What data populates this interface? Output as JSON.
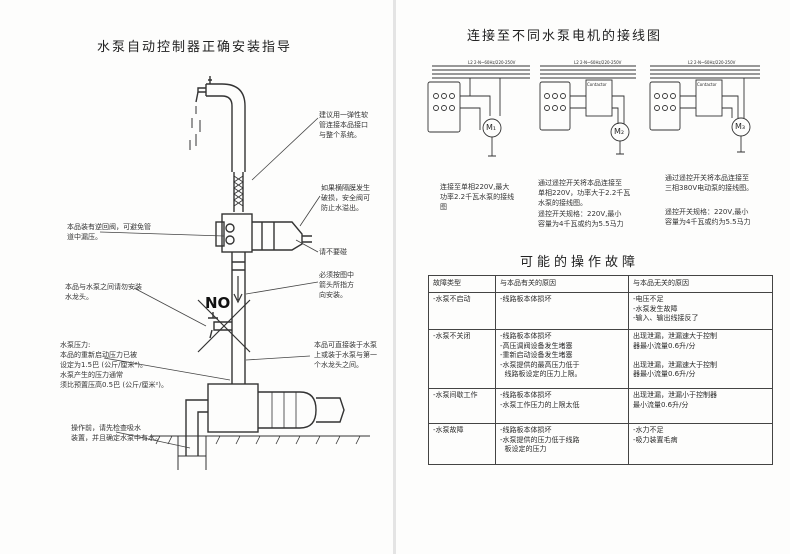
{
  "left": {
    "title": "水泵自动控制器正确安装指导",
    "notes": [
      "建议用一弹性软\n管连接本品接口\n与整个系统。",
      "如果横隔膜发生\n破损，安全阀可\n防止水溢出。",
      "本品装有逆回阀，可避免管\n道中漏压。",
      "请不要碰",
      "本品与水泵之间请勿安装\n水龙头。",
      "必须按图中\n箭头所指方\n向安装。",
      "水泵压力:\n本品的重新启动压力已被\n设定为1.5巴 (公斤/厘米²)。\n水泵产生的压力通常\n须比预置压高0.5巴 (公斤/厘米²)。",
      "本品可直接装于水泵\n上或装于水泵与第一\n个水龙头之间。",
      "操作前，请先检查吸水\n装置，并且确定水泵中有水。"
    ],
    "no_label": "NO"
  },
  "right": {
    "title": "连接至不同水泵电机的接线图",
    "diagram_labels": [
      "L2 2-N~60Hz/220-250V",
      "L2 2-N~60Hz/220-250V",
      "L2 2-N~60Hz/220-250V"
    ],
    "contactor_label": "Contactor",
    "motors": [
      "M₁",
      "M₂",
      "M₃"
    ],
    "captions": [
      "连接至单相220V,最大\n功率2.2千瓦水泵的接线\n图",
      "通过遥控开关将本品连接至\n单相220V，功率大于2.2千瓦\n水泵的接线图。",
      "遥控开关规格：220V,最小\n容量为4千瓦或约为5.5马力",
      "通过遥控开关将本品连接至\n三相380V电动泵的接线图。",
      "遥控开关规格：220V,最小\n容量为4千瓦或约为5.5马力"
    ],
    "faults_title": "可能的操作故障",
    "table": {
      "headers": [
        "故障类型",
        "与本品有关的原因",
        "与本品无关的原因"
      ],
      "rows": [
        [
          "-水泵不启动",
          "-线路板本体损坏",
          "-电压不足\n-水泵发生故障\n-输入、输出线接反了"
        ],
        [
          "-水泵不关闭",
          "-线路板本体损坏\n-高压调阀设备发生堵塞\n-重新启动设备发生堵塞\n-水泵提供的最高压力低于\n  线路板设定的压力上限。",
          "出现泄漏，泄漏速大于控制\n器最小流量0.6升/分\n\n出现泄漏，泄漏速大于控制\n器最小流量0.6升/分"
        ],
        [
          "-水泵间歇工作",
          "-线路板本体损坏\n-水泵工作压力的上限太低",
          "出现泄漏，泄漏小于控制器\n最小流量0.6升/分"
        ],
        [
          "-水泵故障",
          "-线路板本体损坏\n-水泵提供的压力低于线路\n  板设定的压力",
          "-水力不足\n-吸力装置毛病"
        ]
      ]
    }
  }
}
